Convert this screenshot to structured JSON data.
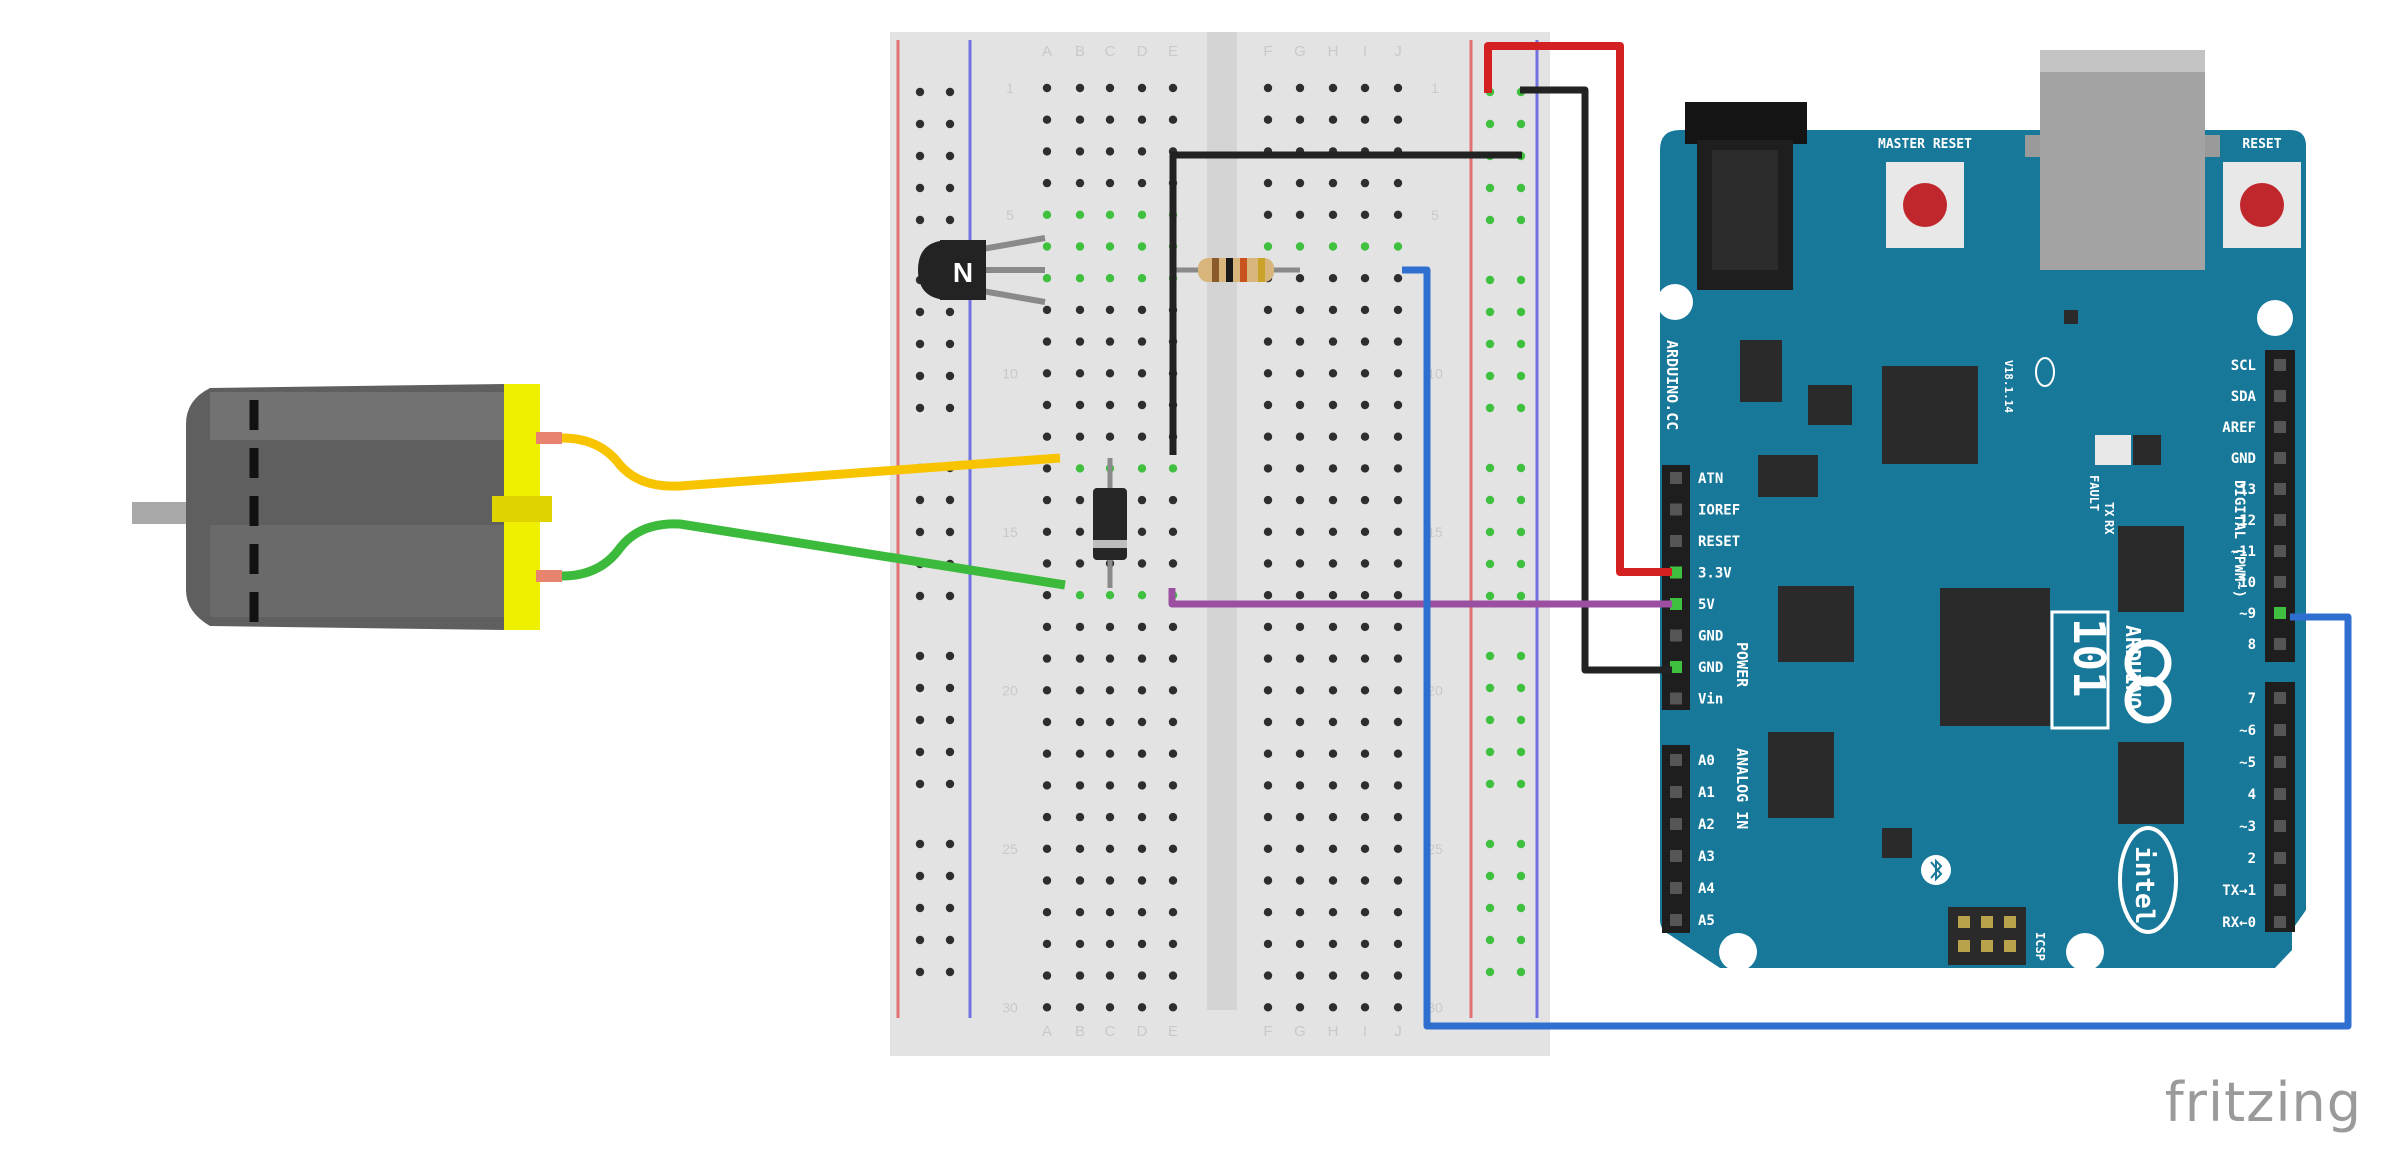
{
  "credit": "fritzing",
  "breadboard": {
    "column_letters_left": [
      "A",
      "B",
      "C",
      "D",
      "E"
    ],
    "column_letters_right": [
      "F",
      "G",
      "H",
      "I",
      "J"
    ],
    "row_numbers": [
      "1",
      "5",
      "10",
      "15",
      "20",
      "25",
      "30"
    ]
  },
  "transistor": {
    "marking": "N"
  },
  "arduino": {
    "brand": "ARDUINO",
    "model": "101",
    "maker": "intel",
    "board_name": "ARDUINO.CC",
    "master_reset_label": "MASTER RESET",
    "reset_label": "RESET",
    "power_header_title": "POWER",
    "analog_header_title": "ANALOG IN",
    "digital_header_title": "DIGITAL (PWM~)",
    "power_pins": [
      "ATN",
      "IOREF",
      "RESET",
      "3.3V",
      "5V",
      "GND",
      "GND",
      "Vin"
    ],
    "analog_pins": [
      "A0",
      "A1",
      "A2",
      "A3",
      "A4",
      "A5"
    ],
    "digital_top_pins": [
      "SCL",
      "SDA",
      "AREF",
      "GND",
      "13",
      "12",
      "~11",
      "10",
      "~9",
      "8"
    ],
    "digital_bottom_pins": [
      "7",
      "~6",
      "~5",
      "4",
      "~3",
      "2",
      "TX→1",
      "RX←0"
    ],
    "icsp_label": "ICSP",
    "led_labels": [
      "TX",
      "RX",
      "FAULT"
    ],
    "version_text": "V18.1.14"
  },
  "colors": {
    "wire_red": "#d42020",
    "wire_black": "#222222",
    "wire_yellow": "#f8c400",
    "wire_green": "#3bba3b",
    "wire_blue": "#2f6fd0",
    "wire_purple": "#9b4fa0",
    "board_teal": "#18789a",
    "motor_yellow": "#eef000"
  }
}
